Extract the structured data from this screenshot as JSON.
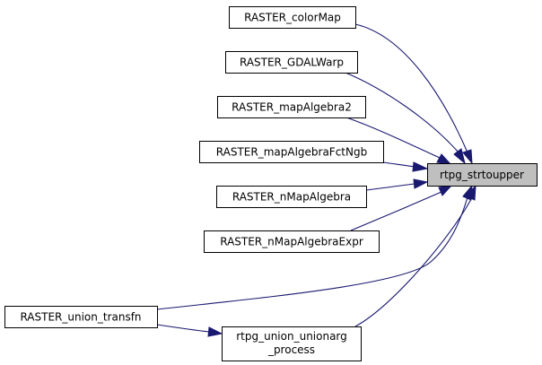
{
  "diagram": {
    "type": "doxygen-caller-graph",
    "colors": {
      "edge": "#191970",
      "focus_fill": "#bfbfbf",
      "node_fill": "#ffffff",
      "node_border": "#000000"
    },
    "target": {
      "id": "strtoupper",
      "label": "rtpg_strtoupper"
    },
    "nodes": [
      {
        "id": "colorMap",
        "label": "RASTER_colorMap"
      },
      {
        "id": "gdalwarp",
        "label": "RASTER_GDALWarp"
      },
      {
        "id": "mapAlgebra2",
        "label": "RASTER_mapAlgebra2"
      },
      {
        "id": "mapAlgebraFctNgb",
        "label": "RASTER_mapAlgebraFctNgb"
      },
      {
        "id": "nMapAlgebra",
        "label": "RASTER_nMapAlgebra"
      },
      {
        "id": "nMapAlgebraExpr",
        "label": "RASTER_nMapAlgebraExpr"
      },
      {
        "id": "union_transfn",
        "label": "RASTER_union_transfn"
      },
      {
        "id": "unionarg_process",
        "label_lines": [
          "rtpg_union_unionarg",
          "_process"
        ]
      }
    ],
    "edges": [
      {
        "from": "colorMap",
        "to": "strtoupper"
      },
      {
        "from": "gdalwarp",
        "to": "strtoupper"
      },
      {
        "from": "mapAlgebra2",
        "to": "strtoupper"
      },
      {
        "from": "mapAlgebraFctNgb",
        "to": "strtoupper"
      },
      {
        "from": "nMapAlgebra",
        "to": "strtoupper"
      },
      {
        "from": "nMapAlgebraExpr",
        "to": "strtoupper"
      },
      {
        "from": "union_transfn",
        "to": "strtoupper"
      },
      {
        "from": "union_transfn",
        "to": "unionarg_process"
      },
      {
        "from": "unionarg_process",
        "to": "strtoupper"
      }
    ]
  }
}
